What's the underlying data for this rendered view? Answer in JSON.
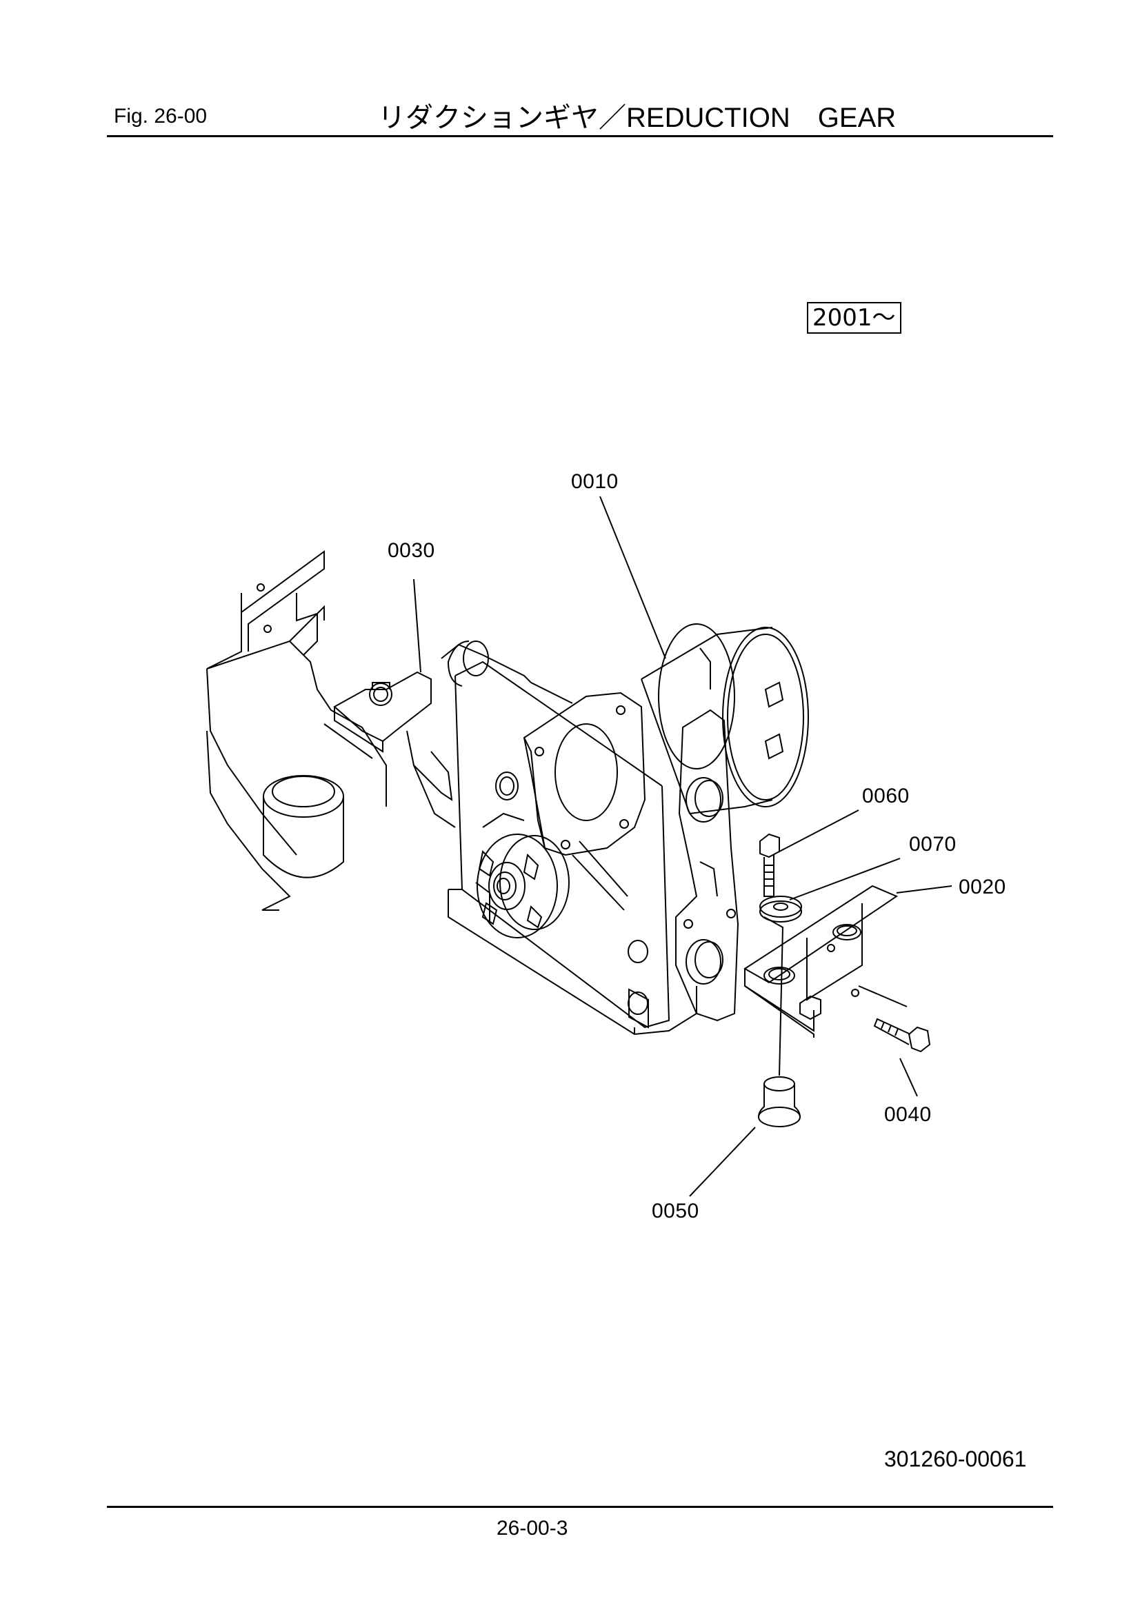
{
  "header": {
    "fig_label": "Fig.  26-00",
    "title": "リダクションギヤ／REDUCTION　GEAR"
  },
  "serial_range": "2001～",
  "callouts": [
    {
      "id": "c0010",
      "text": "0010"
    },
    {
      "id": "c0030",
      "text": "0030"
    },
    {
      "id": "c0060",
      "text": "0060"
    },
    {
      "id": "c0070",
      "text": "0070"
    },
    {
      "id": "c0020",
      "text": "0020"
    },
    {
      "id": "c0040",
      "text": "0040"
    },
    {
      "id": "c0050",
      "text": "0050"
    }
  ],
  "footer": {
    "drawing_number": "301260-00061",
    "page_number": "26-00-3"
  }
}
